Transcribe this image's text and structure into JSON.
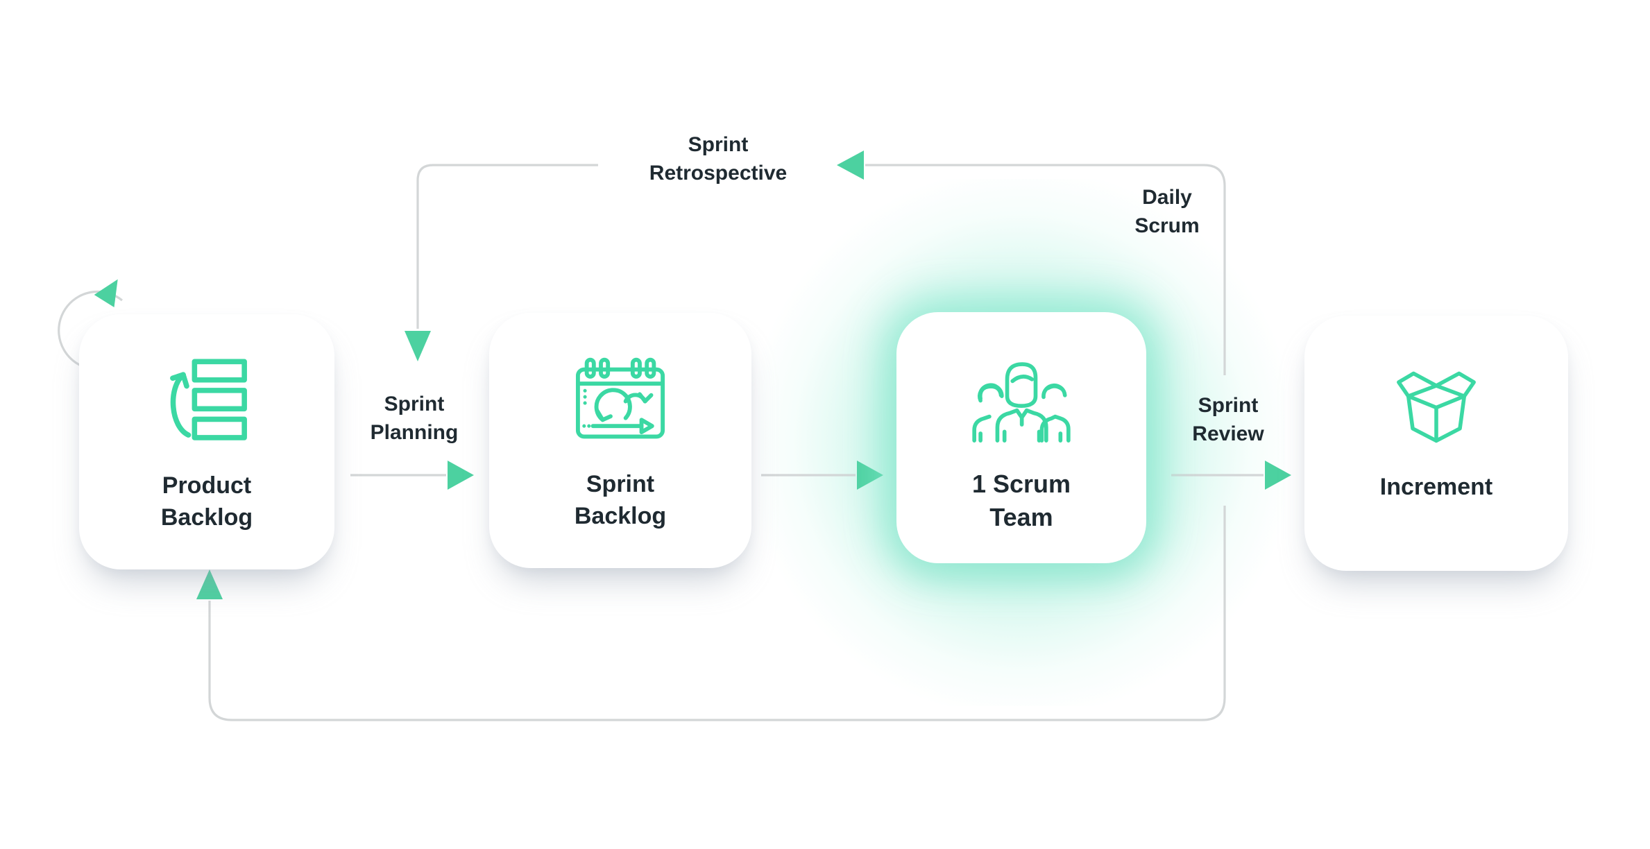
{
  "colors": {
    "accent_green": "#4CD1A0",
    "icon_green": "#3BD8A3",
    "line_gray": "#D3D6D7",
    "text_dark": "#1F2A31",
    "card_bg": "#FFFFFF",
    "glow_green": "#94EBD4"
  },
  "cards": [
    {
      "label_lines": [
        "Product",
        "Backlog"
      ],
      "icon": "backlog-refresh-icon",
      "highlighted": false
    },
    {
      "label_lines": [
        "Sprint",
        "Backlog"
      ],
      "icon": "sprint-calendar-icon",
      "highlighted": false
    },
    {
      "label_lines": [
        "1 Scrum",
        "Team"
      ],
      "icon": "team-icon",
      "highlighted": true
    },
    {
      "label_lines": [
        "Increment"
      ],
      "icon": "open-box-icon",
      "highlighted": false
    }
  ],
  "connector_labels": [
    {
      "lines": [
        "Sprint",
        "Retrospective"
      ]
    },
    {
      "lines": [
        "Daily",
        "Scrum"
      ]
    },
    {
      "lines": [
        "Sprint",
        "Planning"
      ]
    },
    {
      "lines": [
        "Sprint",
        "Review"
      ]
    }
  ]
}
